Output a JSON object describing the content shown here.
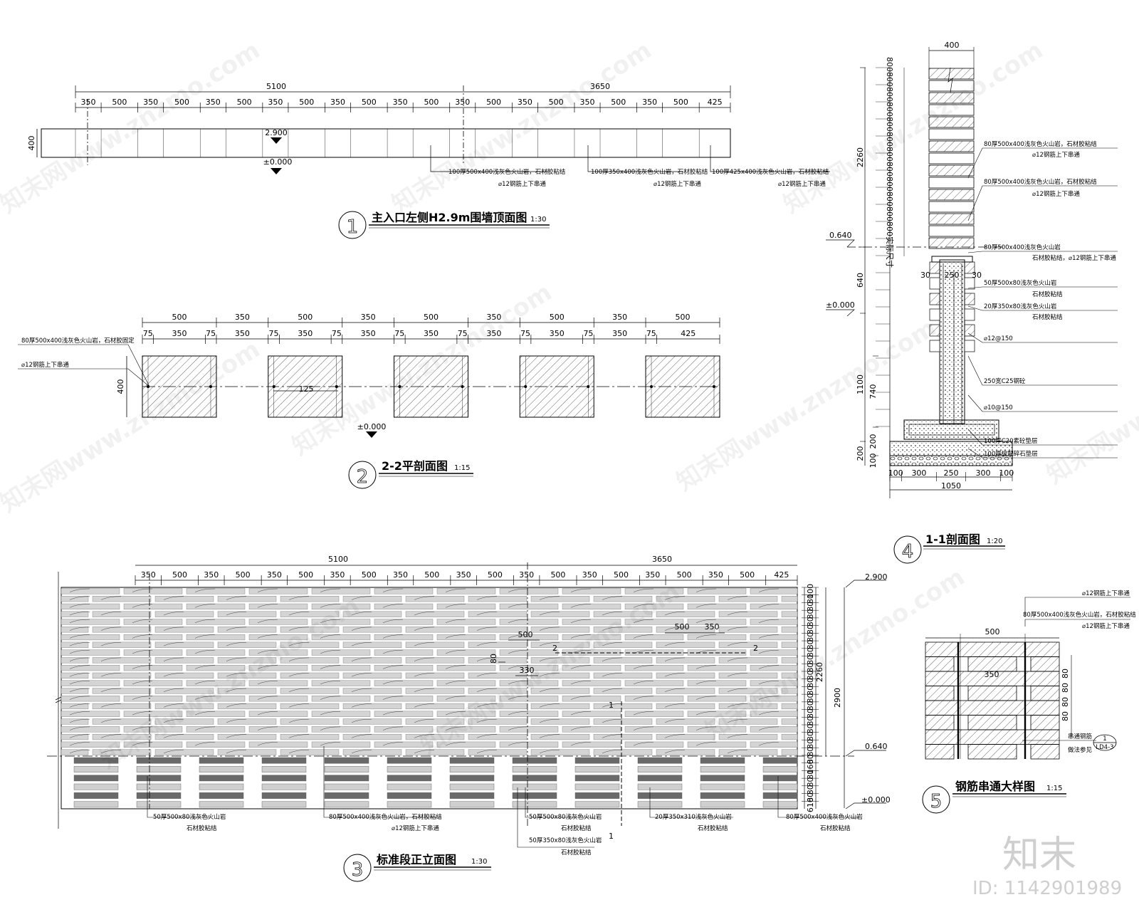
{
  "views": {
    "v1": {
      "number": "1",
      "title": "主入口左侧H2.9m围墙顶面图",
      "scale": "1:30",
      "total_dims": [
        "5100",
        "3650"
      ],
      "seg_dims": [
        "350",
        "500",
        "350",
        "500",
        "350",
        "500",
        "350",
        "500",
        "350",
        "500",
        "350",
        "500",
        "350",
        "500",
        "350",
        "500",
        "350",
        "500",
        "350",
        "500",
        "425"
      ],
      "height_dim": "400",
      "level_top": "2.900",
      "level_zero": "±0.000",
      "notes": [
        {
          "main": "100厚500x400浅灰色火山岩，石材胶粘结",
          "sub": "⌀12钢筋上下串通"
        },
        {
          "main": "100厚350x400浅灰色火山岩，石材胶粘结",
          "sub": "⌀12钢筋上下串通"
        },
        {
          "main": "100厚425x400浅灰色火山岩，石材胶粘结",
          "sub": "⌀12钢筋上下串通"
        }
      ]
    },
    "v2": {
      "number": "2",
      "title": "2-2平剖面图",
      "scale": "1:15",
      "top_dims": [
        "500",
        "350",
        "500",
        "350",
        "500",
        "350",
        "500",
        "350",
        "500"
      ],
      "sub_dims": [
        "75",
        "350",
        "75",
        "350",
        "75",
        "350",
        "75",
        "350",
        "75",
        "350",
        "75",
        "350",
        "75",
        "350",
        "75",
        "350",
        "75",
        "425"
      ],
      "height_dim": "400",
      "inner_dim": "125",
      "level_zero": "±0.000",
      "notes": [
        "80厚500x400浅灰色火山岩，石材胶固定",
        "⌀12钢筋上下串通"
      ]
    },
    "v3": {
      "number": "3",
      "title": "标准段正立面图",
      "scale": "1:30",
      "total_dims": [
        "5100",
        "3650"
      ],
      "seg_dims": [
        "350",
        "500",
        "350",
        "500",
        "350",
        "500",
        "350",
        "500",
        "350",
        "500",
        "350",
        "500",
        "350",
        "500",
        "350",
        "500",
        "350",
        "500",
        "350",
        "500",
        "425"
      ],
      "right_dims": [
        "100",
        "80",
        "80",
        "80",
        "80",
        "80",
        "80",
        "80",
        "80",
        "80",
        "80",
        "80",
        "80",
        "80",
        "80",
        "80",
        "80",
        "80",
        "80",
        "80",
        "80",
        "80",
        "80",
        "160",
        "80",
        "80",
        "80",
        "80",
        "610"
      ],
      "side_dims": [
        "2260",
        "2900"
      ],
      "levels": [
        "2.900",
        "0.640",
        "±0.000"
      ],
      "detail_dims": [
        "500",
        "350",
        "500",
        "330",
        "80"
      ],
      "section_marks": [
        "2",
        "2",
        "1",
        "1"
      ],
      "notes": [
        {
          "main": "50厚500x80浅灰色火山岩",
          "sub": "石材胶粘结"
        },
        {
          "main": "80厚500x400浅灰色火山岩，石材胶粘结",
          "sub": "⌀12钢筋上下串通"
        },
        {
          "main": "50厚500x80浅灰色火山岩",
          "sub": "石材胶粘结"
        },
        {
          "main": "50厚350x80浅灰色火山岩",
          "sub": "石材胶粘结"
        },
        {
          "main": "20厚350x310浅灰色火山岩",
          "sub": "石材胶粘结"
        },
        {
          "main": "80厚500x400浅灰色火山岩",
          "sub": "石材胶粘结"
        }
      ]
    },
    "v4": {
      "number": "4",
      "title": "1-1剖面图",
      "scale": "1:20",
      "top_dim": "400",
      "vertical_label": "800800800800800800800800800800800800实际尺寸",
      "left_dims": [
        "2260",
        "640",
        "1100",
        "740",
        "200",
        "200",
        "100"
      ],
      "levels": [
        "0.640",
        "±0.000"
      ],
      "inner_dims": [
        "30",
        "250",
        "30"
      ],
      "bottom_dims": [
        "100",
        "300",
        "250",
        "300",
        "100"
      ],
      "total_width": "1050",
      "notes": [
        {
          "main": "80厚500x400浅灰色火山岩，石材胶粘结",
          "sub": "⌀12钢筋上下串通"
        },
        {
          "main": "80厚500x400浅灰色火山岩，石材胶粘结",
          "sub": "⌀12钢筋上下串通"
        },
        {
          "main": "80厚500x400浅灰色火山岩",
          "sub": "石材胶粘结，⌀12钢筋上下串通"
        },
        {
          "main": "50厚500x80浅灰色火山岩",
          "sub": "石材胶粘结"
        },
        {
          "main": "20厚350x80浅灰色火山岩",
          "sub": "石材胶粘结"
        },
        {
          "main": "⌀12@150",
          "sub": ""
        },
        {
          "main": "250宽C25钢砼",
          "sub": ""
        },
        {
          "main": "⌀10@150",
          "sub": ""
        },
        {
          "main": "100厚C20素砼垫层",
          "sub": ""
        },
        {
          "main": "100厚级配碎石垫层",
          "sub": ""
        }
      ]
    },
    "v5": {
      "number": "5",
      "title": "钢筋串通大样图",
      "scale": "1:15",
      "top_dim": "500",
      "inner_dim": "350",
      "right_dims": [
        "80",
        "80",
        "80",
        "80"
      ],
      "ref_text": "串通钢筋",
      "ref_sub": "做法参见",
      "ref_no": "1",
      "ref_sheet": "LD4-3",
      "notes": [
        {
          "main": "⌀12钢筋上下串通",
          "sub": ""
        },
        {
          "main": "80厚500x400浅灰色火山岩，石材胶粘结",
          "sub": "⌀12钢筋上下串通"
        }
      ]
    }
  },
  "watermark": "知末网www.znzmo.com",
  "brand": "知末",
  "id_text": "ID: 1142901989"
}
